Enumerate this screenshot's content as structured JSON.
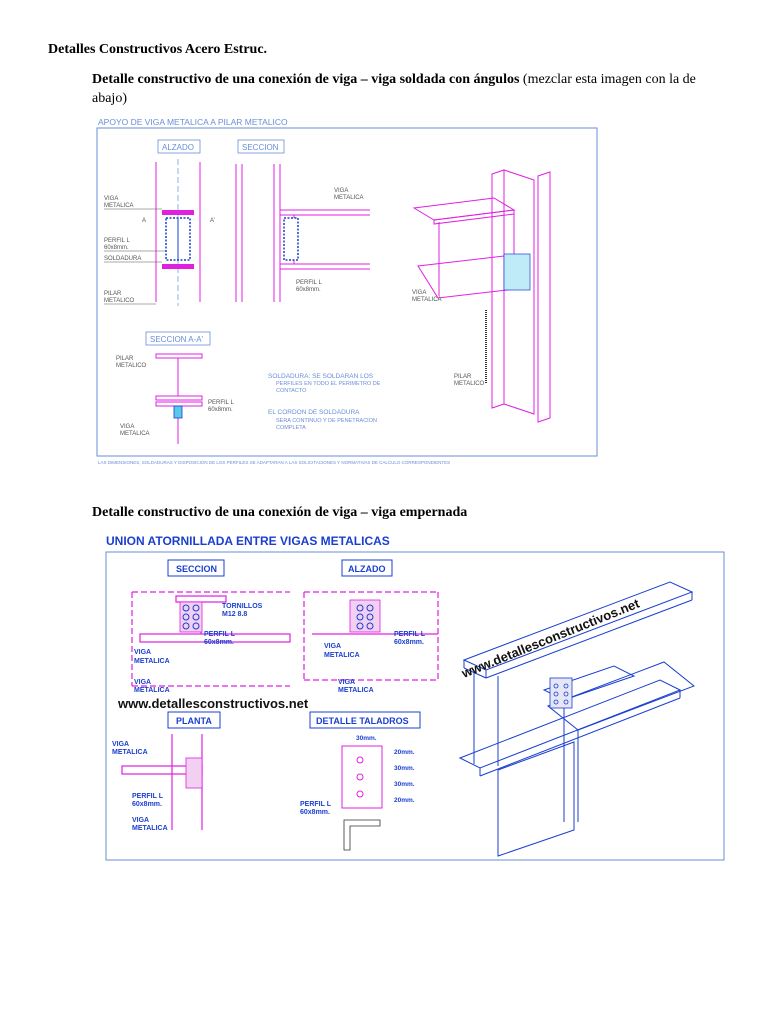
{
  "heading": "Detalles Constructivos Acero Estruc.",
  "section1": {
    "title_bold": "Detalle constructivo de una conexión de viga – viga soldada con ángulos",
    "title_note": " (mezclar esta imagen con la de abajo)"
  },
  "section2": {
    "title_bold": "Detalle constructivo de una conexión de viga – viga empernada"
  },
  "figure1": {
    "title": "APOYO DE VIGA METALICA A PILAR METALICO",
    "alzado": "ALZADO",
    "seccion": "SECCION",
    "seccion_aa": "SECCION A-A'",
    "viga_metalica_1": "VIGA",
    "viga_metalica_2": "METALICA",
    "perfil_l": "PERFIL L",
    "perfil_dim": "60x8mm.",
    "soldadura": "SOLDADURA",
    "pilar_1": "PILAR",
    "pilar_2": "METALICO",
    "a_mark": "A",
    "a_prime_mark": "A'",
    "note_soldadura_1": "SOLDADURA: SE SOLDARAN LOS",
    "note_soldadura_2": "PERFILES EN TODO EL PERIMETRO DE",
    "note_soldadura_3": "CONTACTO",
    "note_cordon_1": "EL CORDON DE SOLDADURA",
    "note_cordon_2": "SERA CONTINUO Y DE PENETRACION",
    "note_cordon_3": "COMPLETA",
    "footer": "LAS DIMENSIONES, SOLDADURAS Y DISPOSICION DE LOS PERFILES SE ADAPTARAN A LAS SOLICITACIONES Y NORMATIVAS DE CALCULO CORRESPONDIENTES"
  },
  "figure2": {
    "title": "UNION ATORNILLADA ENTRE VIGAS METALICAS",
    "seccion": "SECCION",
    "alzado": "ALZADO",
    "planta": "PLANTA",
    "detalle_taladros": "DETALLE TALADROS",
    "tornillos": "TORNILLOS",
    "tornillos_spec": "M12 8.8",
    "perfil_l": "PERFIL L",
    "perfil_dim": "60x8mm.",
    "viga_1": "VIGA",
    "viga_2": "METALICA",
    "watermark": "www.detallesconstructivos.net",
    "dim_30": "30mm.",
    "dim_20": "20mm."
  },
  "colors": {
    "magenta": "#e020e0",
    "blue": "#1a3fd0",
    "cad_blue": "#5a8ad8",
    "grey_label": "#555555"
  }
}
